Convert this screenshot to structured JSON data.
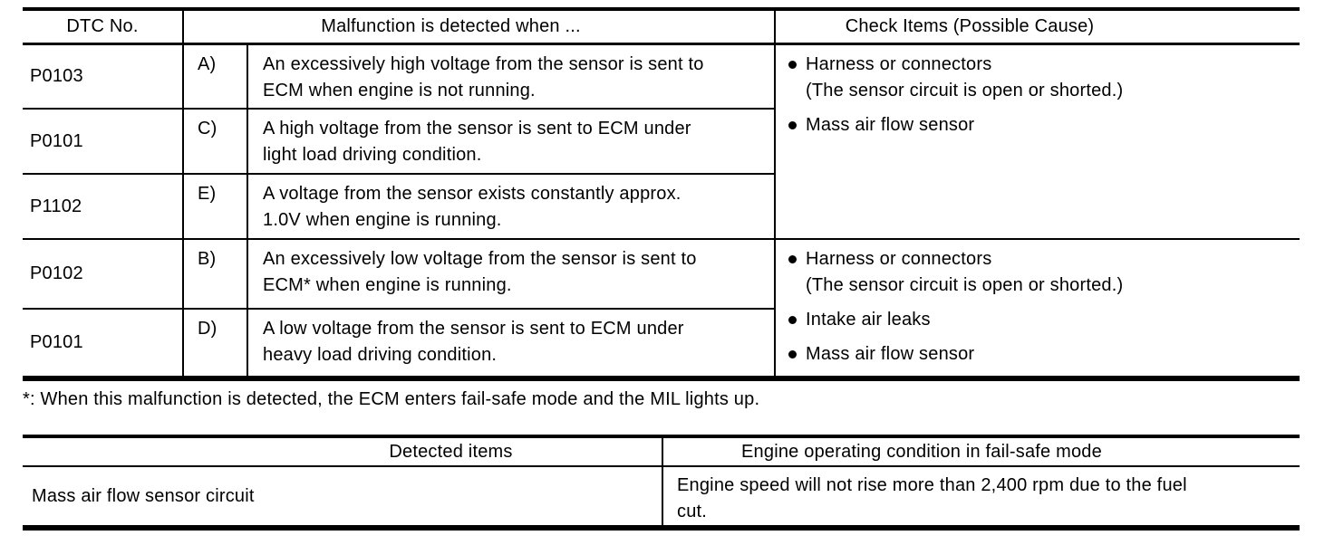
{
  "colors": {
    "text": "#000000",
    "background": "#ffffff",
    "border": "#000000"
  },
  "table1": {
    "headers": {
      "dtc": "DTC No.",
      "malfunction": "Malfunction is detected when ...",
      "check": "Check Items (Possible Cause)"
    },
    "rows": [
      {
        "dtc": "P0103",
        "letter": "A)",
        "text": "An excessively high voltage from the sensor is sent to\nECM when engine is not running."
      },
      {
        "dtc": "P0101",
        "letter": "C)",
        "text": "A high voltage from the sensor is sent to ECM under\nlight load driving condition."
      },
      {
        "dtc": "P1102",
        "letter": "E)",
        "text": "A voltage from the sensor exists constantly approx.\n1.0V when engine is running."
      },
      {
        "dtc": "P0102",
        "letter": "B)",
        "text": "An excessively low voltage from the sensor is sent to\nECM* when engine is running."
      },
      {
        "dtc": "P0101",
        "letter": "D)",
        "text": "A low voltage from the sensor is sent to ECM under\nheavy load driving condition."
      }
    ],
    "check_groups": [
      {
        "items": [
          "Harness or connectors\n(The sensor circuit is open or shorted.)",
          "Mass air flow sensor"
        ]
      },
      {
        "items": [
          "Harness or connectors\n(The sensor circuit is open or shorted.)",
          "Intake air leaks",
          "Mass air flow sensor"
        ]
      }
    ]
  },
  "footnote": "*: When this malfunction is detected, the ECM enters fail-safe mode and the MIL lights up.",
  "table2": {
    "headers": {
      "detected": "Detected items",
      "condition": "Engine operating condition in fail-safe mode"
    },
    "rows": [
      {
        "detected": "Mass air flow sensor circuit",
        "condition": "Engine speed will not rise more than 2,400 rpm due to the fuel\ncut."
      }
    ]
  }
}
